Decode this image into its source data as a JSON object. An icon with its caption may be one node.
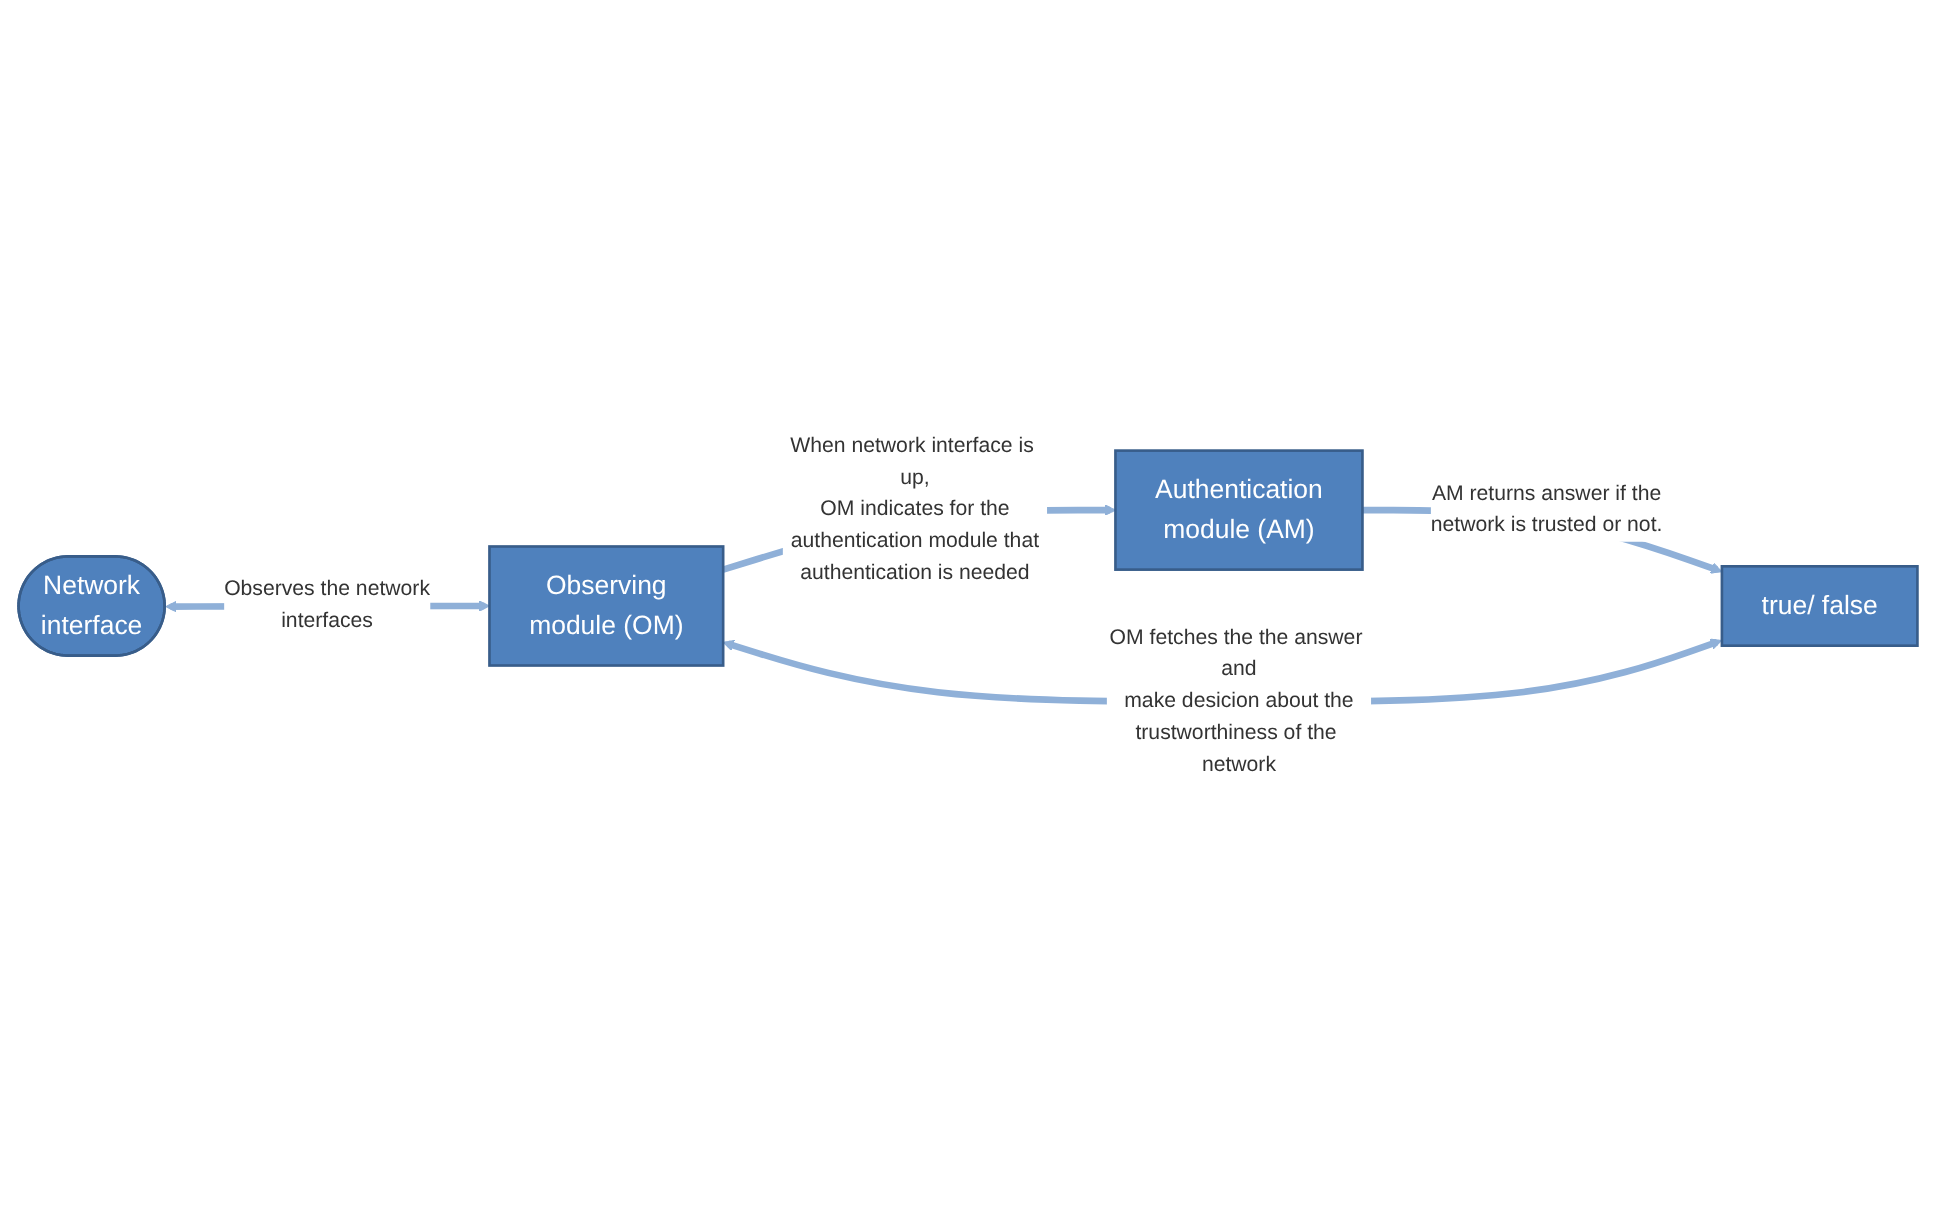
{
  "diagram": {
    "nodes": [
      {
        "text": [
          "Network interface"
        ]
      },
      {
        "text": [
          "Observing module (OM)"
        ]
      },
      {
        "text": [
          "Authentication module (AM)"
        ]
      },
      {
        "text": [
          "true/ false"
        ]
      }
    ],
    "edges": [
      {
        "from": 0,
        "to": 1,
        "arrow": "both",
        "label": "Observes the network interfaces"
      },
      {
        "from": 1,
        "to": 2,
        "arrow": "to",
        "label": "When network interface is up, OM indicates for the authentication module that authentication is needed"
      },
      {
        "from": 2,
        "to": 3,
        "arrow": "to",
        "label": "AM returns answer if the network is trusted or not."
      },
      {
        "from": 3,
        "to": 1,
        "arrow": "both",
        "label": "OM fetches the the answer and make desicion about the trustworthiness of the network"
      }
    ]
  }
}
